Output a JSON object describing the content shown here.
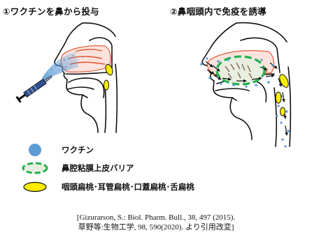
{
  "titles": {
    "left": "①ワクチンを鼻から投与",
    "right": "②鼻咽頭内で免疫を誘導"
  },
  "legend": [
    {
      "label": "ワクチン",
      "symbol": "blue-dot",
      "color": "#5b9bd5"
    },
    {
      "label": "鼻腔粘膜上皮バリア",
      "symbol": "green-dashed-ellipse",
      "color": "#22b14c"
    },
    {
      "label": "咽頭扁桃･耳管扁桃･口蓋扁桃･舌扁桃",
      "symbol": "yellow-ellipse",
      "color": "#ffee00"
    }
  ],
  "citation": {
    "line1": "[Gizurarson, S.: Biol. Pharm. Bull., 38, 497 (2015).",
    "line2": "草野等:生物工学, 98, 590(2020). より引用改変]"
  },
  "colors": {
    "vaccine": "#5b9bd5",
    "barrier": "#22b14c",
    "tonsil": "#ffee00",
    "mucosa": "#e05a3a",
    "syringe": "#2f4f8f"
  }
}
